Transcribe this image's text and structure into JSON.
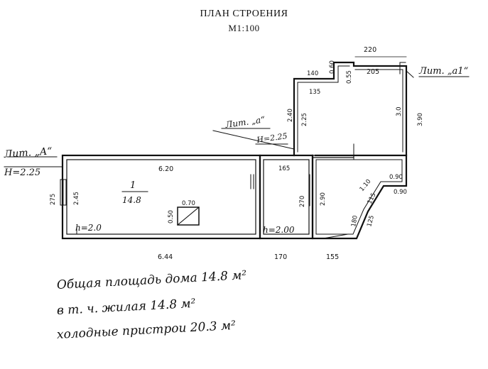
{
  "header": {
    "title": "ПЛАН СТРОЕНИЯ",
    "scale": "М1:100"
  },
  "labels": {
    "lit_a_left": "Лит. „А“",
    "h_left": "H=2.25",
    "lit_a_mid": "Лит. „а“",
    "h_mid": "H=2.25",
    "lit_a1_right": "Лит. „а1“",
    "room_number": "1",
    "room_area": "14.8",
    "h_room1": "h=2.0",
    "h_room2": "h=2.00"
  },
  "dimensions": {
    "d220": "220",
    "d205": "205",
    "d140": "140",
    "d060": "0.60",
    "d055": "0.55",
    "d135": "135",
    "d240": "2.40",
    "d225": "2.25",
    "d30": "3.0",
    "d390": "3.90",
    "d620": "6.20",
    "d165": "165",
    "d275": "275",
    "d245": "2.45",
    "d270": "270",
    "d290": "2.90",
    "d050": "0.50",
    "d070": "0.70",
    "d110": "1.10",
    "d115": "115",
    "d090a": "0.90",
    "d090b": "0.90",
    "d180": "180",
    "d125": "125",
    "d644": "6.44",
    "d170": "170",
    "d155": "155"
  },
  "notes": {
    "line1": "Общая площадь дома 14.8 м²",
    "line2": "в т. ч. жилая 14.8 м²",
    "line3": "холодные пристрои 20.3 м²"
  }
}
